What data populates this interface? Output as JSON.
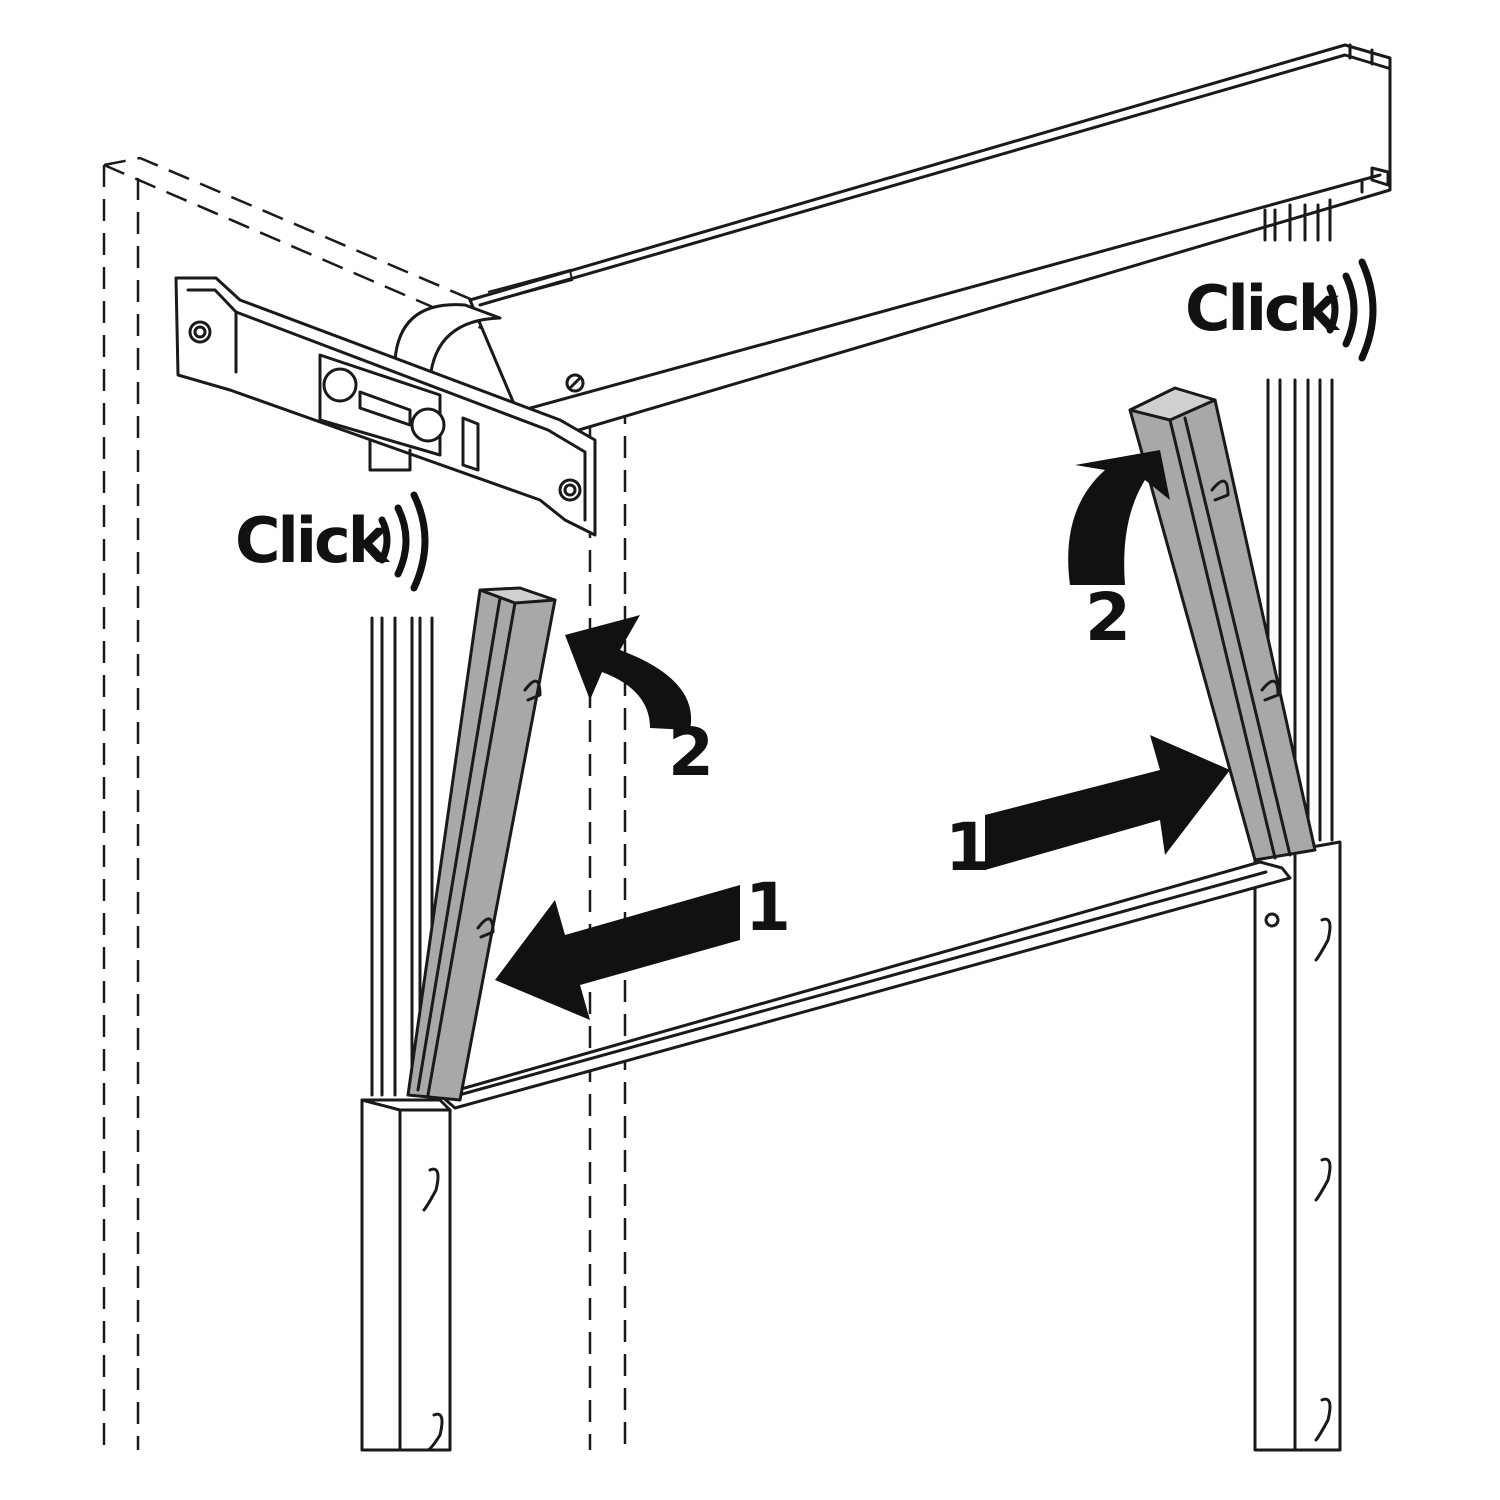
{
  "labels": {
    "click_left": "Click",
    "click_right": "Click",
    "step_left_1": "1",
    "step_left_2": "2",
    "step_right_1": "1",
    "step_right_2": "2"
  },
  "colors": {
    "line": "#1a1a1a",
    "brace_fill": "#a8a8a8",
    "arrow_fill": "#111111",
    "background": "#ffffff"
  }
}
